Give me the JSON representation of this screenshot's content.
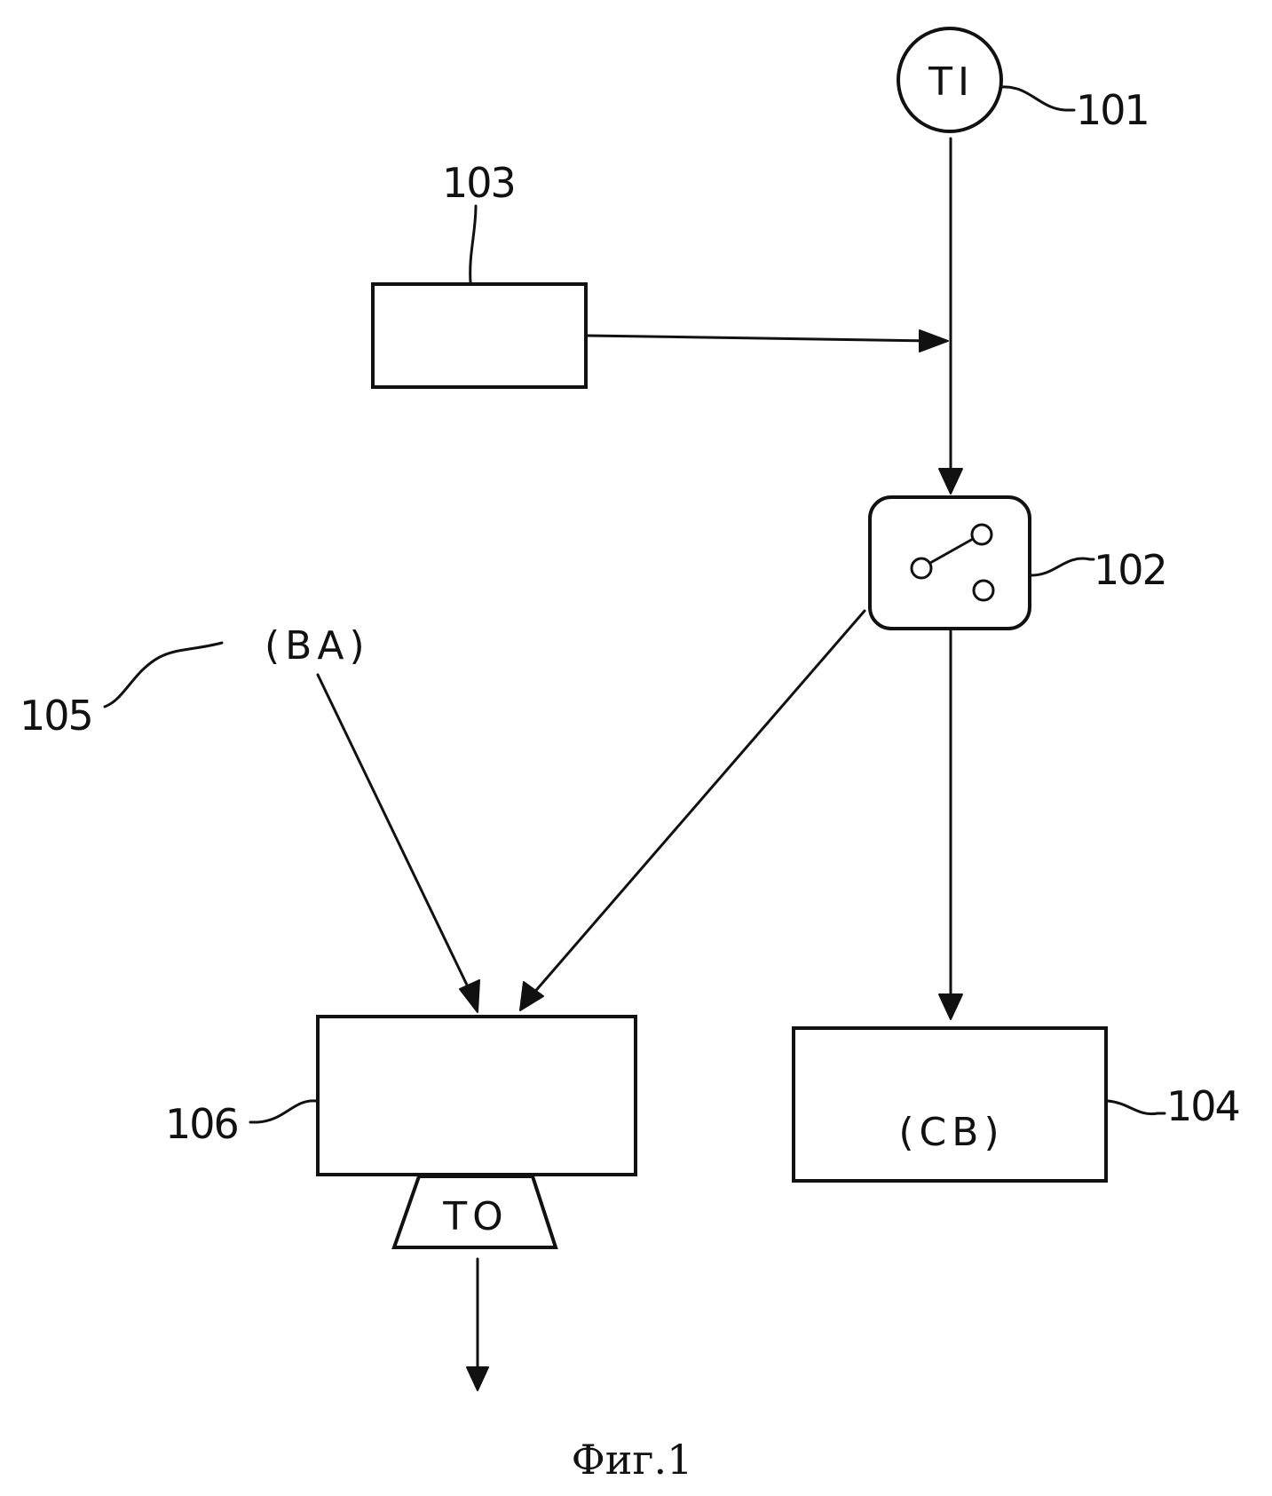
{
  "nodes": {
    "ti": {
      "label": "TI",
      "ref": "101"
    },
    "switch": {
      "ref": "102"
    },
    "source": {
      "ref": "103"
    },
    "cb": {
      "label": "(CB)",
      "ref": "104"
    },
    "ba": {
      "label": "(BA)",
      "ref": "105"
    },
    "combiner": {
      "ref": "106"
    },
    "to": {
      "label": "TO"
    }
  },
  "caption": "Фиг.1",
  "icons": {
    "switch": "switch-icon",
    "arrow": "arrowhead"
  },
  "colors": {
    "ink": "#111111",
    "background": "#ffffff"
  }
}
